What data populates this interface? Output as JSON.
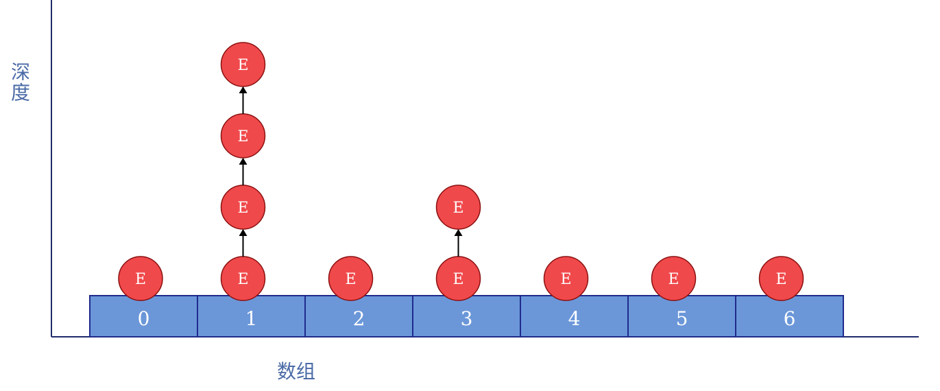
{
  "axes": {
    "y_label": "深度",
    "x_label": "数组"
  },
  "array": {
    "indices": [
      "0",
      "1",
      "2",
      "3",
      "4",
      "5",
      "6"
    ]
  },
  "chains": [
    {
      "index": 0,
      "nodes": [
        "E"
      ]
    },
    {
      "index": 1,
      "nodes": [
        "E",
        "E",
        "E",
        "E"
      ]
    },
    {
      "index": 2,
      "nodes": [
        "E"
      ]
    },
    {
      "index": 3,
      "nodes": [
        "E",
        "E"
      ]
    },
    {
      "index": 4,
      "nodes": [
        "E"
      ]
    },
    {
      "index": 5,
      "nodes": [
        "E"
      ]
    },
    {
      "index": 6,
      "nodes": [
        "E"
      ]
    }
  ],
  "colors": {
    "axis": "#1f2a6b",
    "cell_fill": "#6b97d9",
    "cell_stroke": "#1f2a8c",
    "cell_text": "#ffffff",
    "node_fill": "#f0494b",
    "node_stroke": "#8b1010",
    "node_text": "#ffffff",
    "arrow": "#000000",
    "axis_label": "#4a6aa6"
  }
}
